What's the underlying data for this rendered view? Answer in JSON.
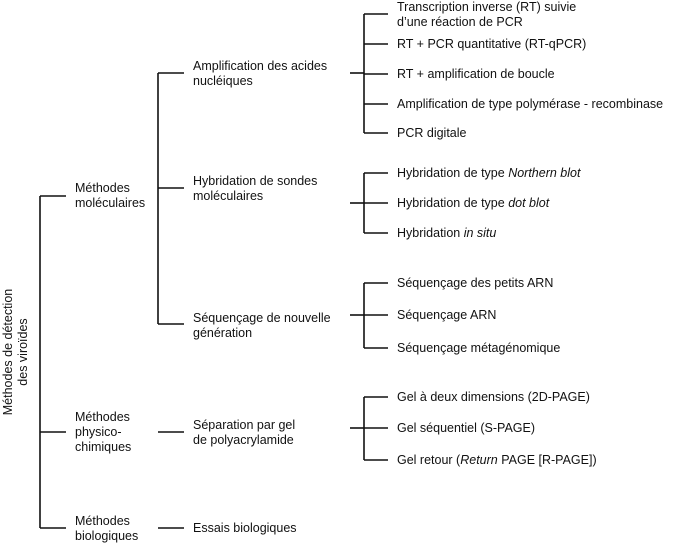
{
  "root": {
    "line1": "Méthodes de détection",
    "line2": "des viroïdes"
  },
  "level1": {
    "moleculaires": {
      "line1": "Méthodes",
      "line2": "moléculaires"
    },
    "physico": {
      "line1": "Méthodes",
      "line2": "physico-",
      "line3": "chimiques"
    },
    "biologiques": {
      "line1": "Méthodes",
      "line2": "biologiques"
    }
  },
  "level2": {
    "amplification": {
      "line1": "Amplification des acides",
      "line2": "nucléiques"
    },
    "hybridation": {
      "line1": "Hybridation de sondes",
      "line2": "moléculaires"
    },
    "sequencage": {
      "line1": "Séquençage de nouvelle",
      "line2": "génération"
    },
    "separation": {
      "line1": "Séparation par gel",
      "line2": "de polyacrylamide"
    },
    "essais": {
      "line1": "Essais biologiques"
    }
  },
  "level3": {
    "amplification": [
      {
        "line1": "Transcription inverse (RT) suivie",
        "line2": "d’une réaction de PCR"
      },
      {
        "line1": "RT + PCR quantitative (RT-qPCR)"
      },
      {
        "line1": "RT + amplification de boucle"
      },
      {
        "line1": "Amplification de type polymérase - recombinase"
      },
      {
        "line1": "PCR digitale"
      }
    ],
    "hybridation": [
      {
        "prefix": "Hybridation de type ",
        "italic": "Northern blot"
      },
      {
        "prefix": "Hybridation de type ",
        "italic": "dot blot"
      },
      {
        "prefix": "Hybridation ",
        "italic": "in situ"
      }
    ],
    "sequencage": [
      {
        "line1": "Séquençage des petits ARN"
      },
      {
        "line1": "Séquençage ARN"
      },
      {
        "line1": "Séquençage métagénomique"
      }
    ],
    "separation": [
      {
        "line1": "Gel à deux dimensions (2D-PAGE)"
      },
      {
        "line1": "Gel séquentiel (S-PAGE)"
      },
      {
        "prefix": "Gel retour (",
        "italic": "Return",
        "suffix": " PAGE [R-PAGE])"
      }
    ]
  }
}
